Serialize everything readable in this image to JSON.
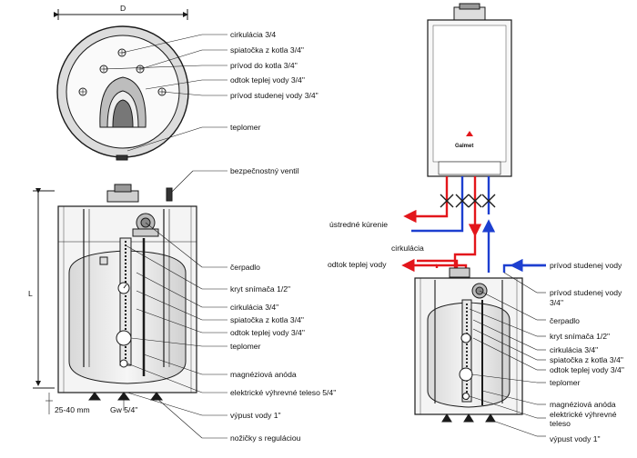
{
  "dimensions": {
    "diameter": "D",
    "length": "L",
    "foot_height": "25-40 mm",
    "drain_thread": "Gw 5/4\""
  },
  "brand": "Galmet",
  "top_view": {
    "labels": [
      "cirkulácia 3/4",
      "spiatočka z kotla 3/4\"",
      "prívod do kotla 3/4\"",
      "odtok teplej vody 3/4\"",
      "prívod studenej vody 3/4\"",
      "teplomer"
    ]
  },
  "side_view": {
    "labels": [
      "bezpečnostný ventil",
      "čerpadlo",
      "kryt snímača 1/2\"",
      "cirkulácia 3/4\"",
      "spiatočka z kotla 3/4\"",
      "odtok teplej vody 3/4\"",
      "teplomer",
      "magnéziová anóda",
      "elektrické výhrevné teleso 5/4\"",
      "výpust vody 1\"",
      "nožičky s reguláciou"
    ]
  },
  "system_view": {
    "labels": {
      "heating": "ústredné kúrenie",
      "circulation": "cirkulácia",
      "hot_water_out": "odtok teplej vody",
      "cold_in": "prívod studenej vody",
      "cold_in_2": "prívod studenej vody",
      "cold_in_2b": "3/4\"",
      "pump": "čerpadlo",
      "sensor": "kryt snímača 1/2\"",
      "circ": "cirkulácia 3/4\"",
      "return": "spiatočka z kotla 3/4\"",
      "hot_out": "odtok teplej vody 3/4\"",
      "thermo": "teplomer",
      "anode": "magnéziová anóda",
      "heater": "elektrické výhrevné",
      "heater_b": "teleso",
      "drain": "výpust vody 1\""
    }
  },
  "colors": {
    "hot": "#e3161b",
    "cold": "#1d3fd0",
    "line": "#1a1a1a"
  }
}
